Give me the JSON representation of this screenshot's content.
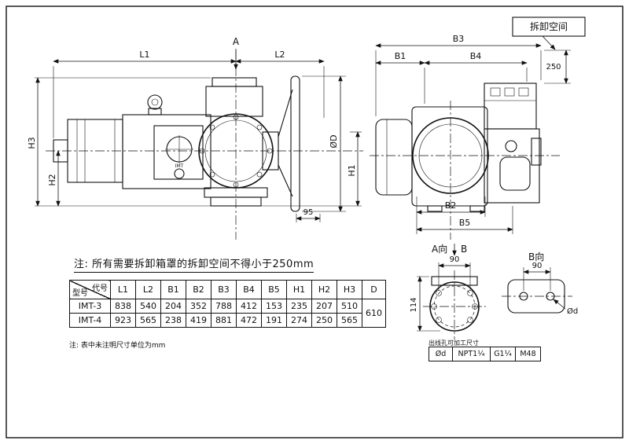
{
  "sheet": {
    "bg": "#ffffff",
    "line_color": "#111111"
  },
  "labels": {
    "disassembly_space": "拆卸空间",
    "dim_250": "250",
    "dim_L1": "L1",
    "dim_L2": "L2",
    "section_a": "A",
    "dim_H1": "H1",
    "dim_H2": "H2",
    "dim_H3": "H3",
    "dim_phiD": "ØD",
    "dim_95": "95",
    "dim_B1": "B1",
    "dim_B2": "B2",
    "dim_B3": "B3",
    "dim_B4": "B4",
    "dim_B5": "B5",
    "view_a": "A向",
    "mark_b": "B",
    "view_b": "B向",
    "dim_90_flange": "90",
    "dim_114": "114",
    "dim_90_plate": "90",
    "dim_phid": "Ød",
    "brand": "IMT"
  },
  "note": "注: 所有需要拆卸箱罩的拆卸空间不得小于250mm",
  "table": {
    "corner_top": "代号",
    "corner_bottom": "型号",
    "columns": [
      "L1",
      "L2",
      "B1",
      "B2",
      "B3",
      "B4",
      "B5",
      "H1",
      "H2",
      "H3",
      "D"
    ],
    "rows": [
      {
        "model": "IMT-3",
        "values": [
          "838",
          "540",
          "204",
          "352",
          "788",
          "412",
          "153",
          "235",
          "207",
          "510"
        ]
      },
      {
        "model": "IMT-4",
        "values": [
          "923",
          "565",
          "238",
          "419",
          "881",
          "472",
          "191",
          "274",
          "250",
          "565"
        ]
      }
    ],
    "d_merged": "610",
    "footnote": "注: 表中未注明尺寸单位为mm"
  },
  "outlet": {
    "title": "出线孔可加工尺寸",
    "cells": [
      "Ød",
      "NPT1¼",
      "G1¼",
      "M48"
    ]
  }
}
